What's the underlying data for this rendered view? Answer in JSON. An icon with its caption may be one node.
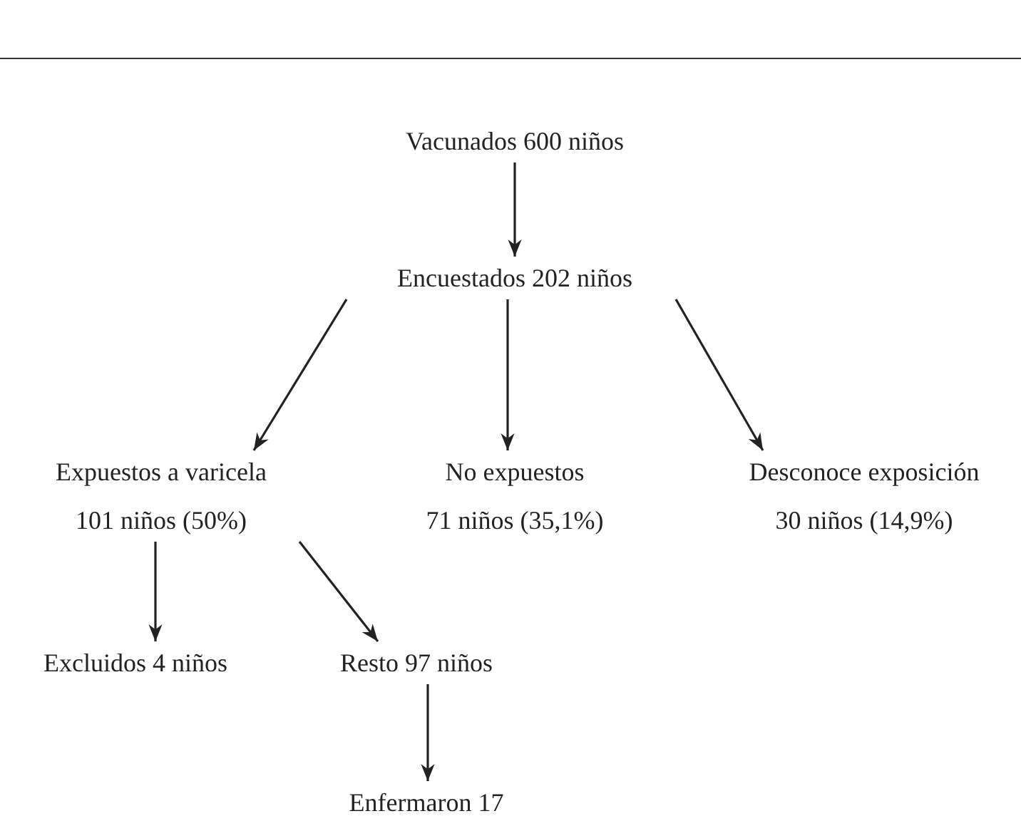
{
  "diagram": {
    "nodes": [
      {
        "text": [
          "Vacunados 600 niños"
        ]
      },
      {
        "text": [
          "Encuestados 202 niños"
        ]
      },
      {
        "text": [
          "Expuestos a varicela",
          "101 niños (50%)"
        ]
      },
      {
        "text": [
          "No expuestos",
          "71 niños (35,1%)"
        ]
      },
      {
        "text": [
          "Desconoce exposición",
          "30 niños (14,9%)"
        ]
      },
      {
        "text": [
          "Excluidos 4 niños"
        ]
      },
      {
        "text": [
          "Resto 97 niños"
        ]
      },
      {
        "text": [
          "Enfermaron 17"
        ]
      }
    ],
    "edges": [
      {
        "from": 0,
        "to": 1,
        "arrow": "to"
      },
      {
        "from": 1,
        "to": 2,
        "arrow": "to"
      },
      {
        "from": 1,
        "to": 3,
        "arrow": "to"
      },
      {
        "from": 1,
        "to": 4,
        "arrow": "to"
      },
      {
        "from": 2,
        "to": 5,
        "arrow": "to"
      },
      {
        "from": 2,
        "to": 6,
        "arrow": "to"
      },
      {
        "from": 6,
        "to": 7,
        "arrow": "to"
      }
    ]
  }
}
